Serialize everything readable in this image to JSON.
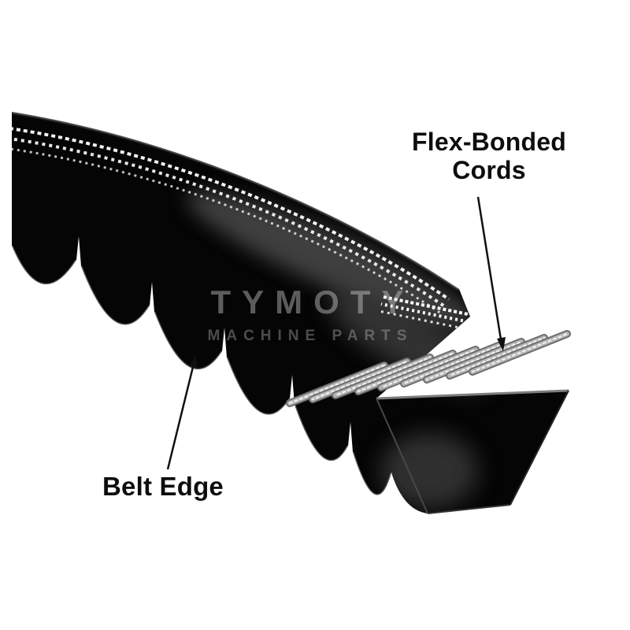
{
  "labels": {
    "flex_bonded": {
      "line1": "Flex-Bonded",
      "line2": "Cords"
    },
    "belt_edge": "Belt Edge"
  },
  "watermark": {
    "line1": "TYMOTY",
    "line2": "MACHINE PARTS"
  },
  "colors": {
    "background": "#ffffff",
    "belt": "#050505",
    "cord_body": "#b4b4b4",
    "cord_shadow": "#6e6e6e",
    "speckle": "#ffffff",
    "label_text": "#0d0d0d",
    "arrow": "#101010"
  }
}
